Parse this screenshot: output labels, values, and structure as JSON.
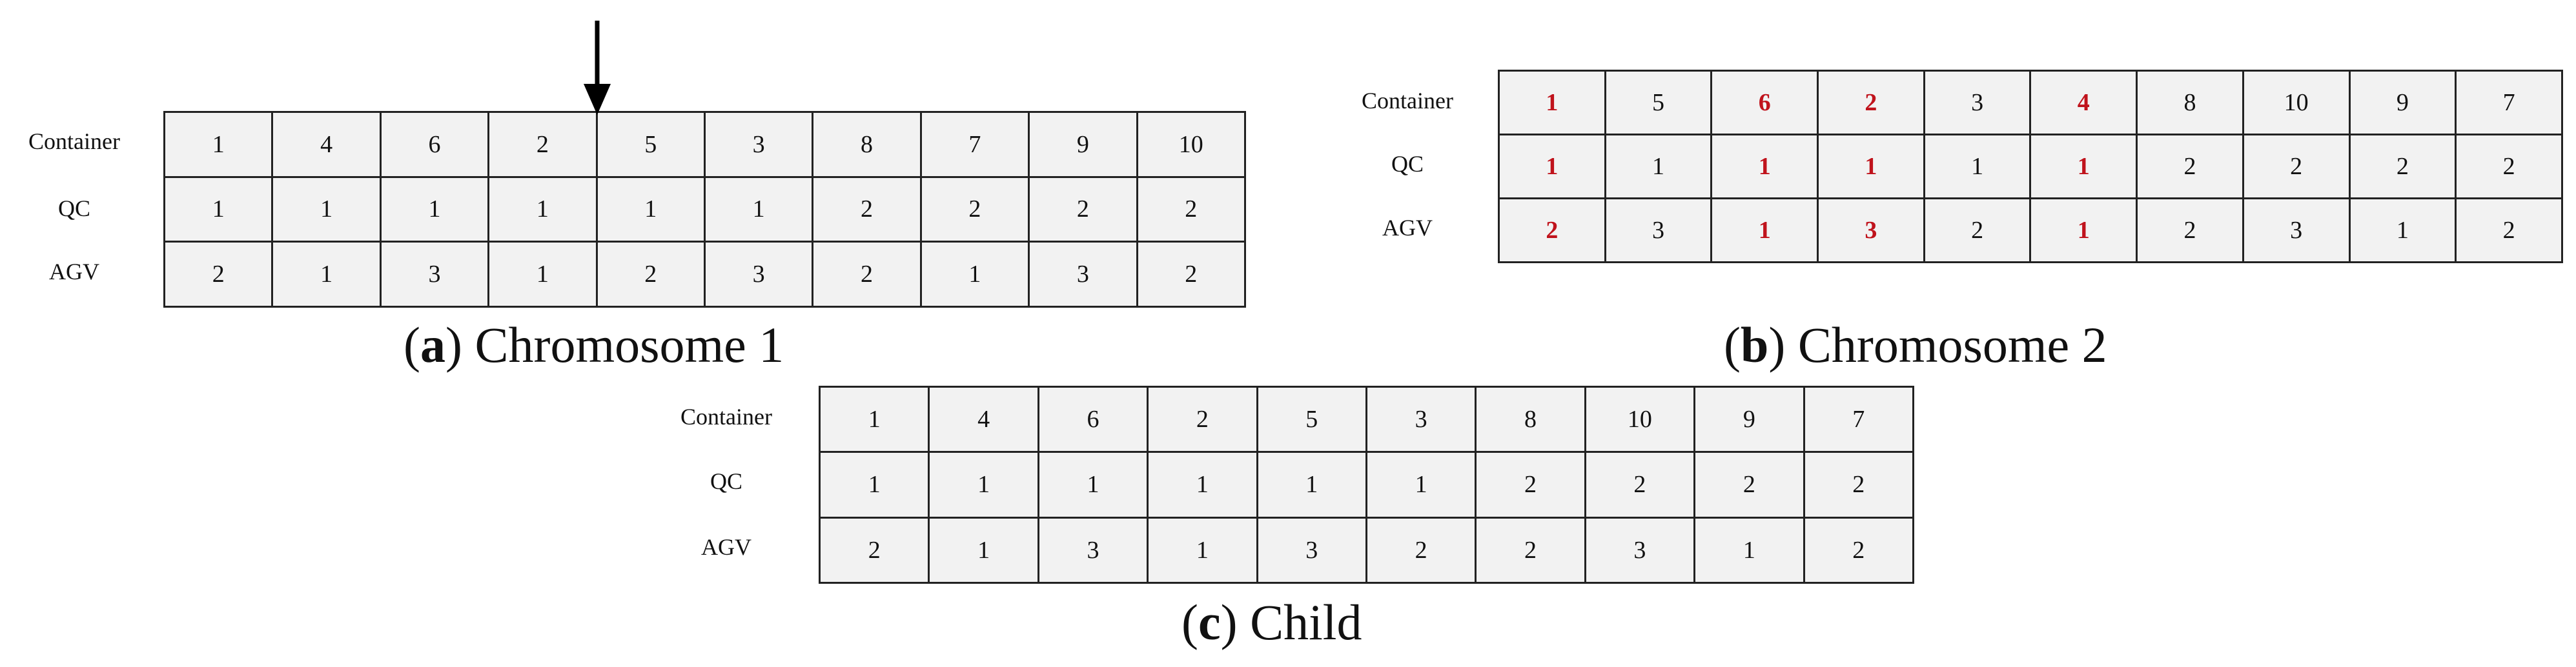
{
  "row_labels": [
    "Container",
    "QC",
    "AGV"
  ],
  "panels": [
    {
      "id": "a",
      "caption_letter": "a",
      "caption_text": "Chromosome 1",
      "rows": [
        [
          "1",
          "4",
          "6",
          "2",
          "5",
          "3",
          "8",
          "7",
          "9",
          "10"
        ],
        [
          "1",
          "1",
          "1",
          "1",
          "1",
          "1",
          "2",
          "2",
          "2",
          "2"
        ],
        [
          "2",
          "1",
          "3",
          "1",
          "2",
          "3",
          "2",
          "1",
          "3",
          "2"
        ]
      ],
      "highlight_columns": []
    },
    {
      "id": "b",
      "caption_letter": "b",
      "caption_text": "Chromosome 2",
      "rows": [
        [
          "1",
          "5",
          "6",
          "2",
          "3",
          "4",
          "8",
          "10",
          "9",
          "7"
        ],
        [
          "1",
          "1",
          "1",
          "1",
          "1",
          "1",
          "2",
          "2",
          "2",
          "2"
        ],
        [
          "2",
          "3",
          "1",
          "3",
          "2",
          "1",
          "2",
          "3",
          "1",
          "2"
        ]
      ],
      "highlight_columns": [
        0,
        2,
        3,
        5
      ],
      "highlight_color": "#c0131c"
    },
    {
      "id": "c",
      "caption_letter": "c",
      "caption_text": "Child",
      "rows": [
        [
          "1",
          "4",
          "6",
          "2",
          "5",
          "3",
          "8",
          "10",
          "9",
          "7"
        ],
        [
          "1",
          "1",
          "1",
          "1",
          "1",
          "1",
          "2",
          "2",
          "2",
          "2"
        ],
        [
          "2",
          "1",
          "3",
          "1",
          "3",
          "2",
          "2",
          "3",
          "1",
          "2"
        ]
      ],
      "highlight_columns": []
    }
  ],
  "crossover_marker": {
    "panel": "a",
    "cut_after_column": 3
  }
}
